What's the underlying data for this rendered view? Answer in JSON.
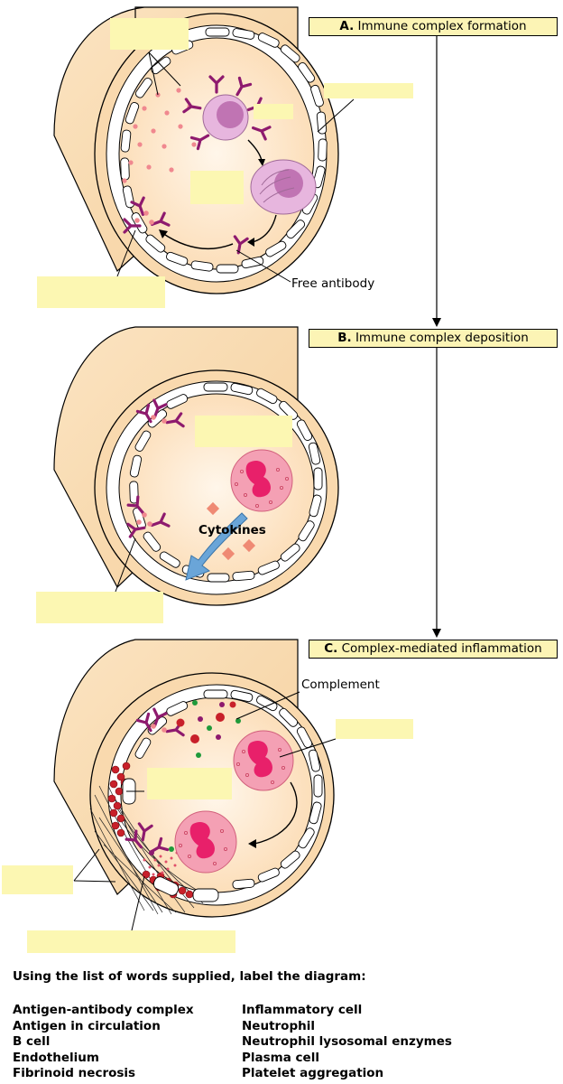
{
  "stages": [
    {
      "letter": "A.",
      "title": "Immune complex formation"
    },
    {
      "letter": "B.",
      "title": "Immune complex deposition"
    },
    {
      "letter": "C.",
      "title": "Complex-mediated inflammation"
    }
  ],
  "labels": {
    "free_antibody": "Free antibody",
    "cytokines": "Cytokines",
    "complement": "Complement"
  },
  "instructions": "Using the list of words supplied, label the diagram:",
  "word_list_left": [
    "Antigen-antibody complex",
    "Antigen in circulation",
    "B cell",
    "Endothelium",
    "Fibrinoid necrosis"
  ],
  "word_list_right": [
    "Inflammatory cell",
    "Neutrophil",
    "Neutrophil lysosomal enzymes",
    "Plasma cell",
    "Platelet aggregation"
  ],
  "colors": {
    "vessel_wall": "#f7d7aa",
    "lumen": "#fde6c8",
    "blank_box": "#fcf7b2",
    "stage_box": "#fcf4b5",
    "antibody": "#8e1a6e",
    "antigen": "#f0888f",
    "neutrophil": "#f4a0b4",
    "neutrophil_nucleus": "#e8206a",
    "bcell": "#e7b6de",
    "platelets": "#c8202a",
    "cytokine_arrow": "#6aa5d8"
  }
}
